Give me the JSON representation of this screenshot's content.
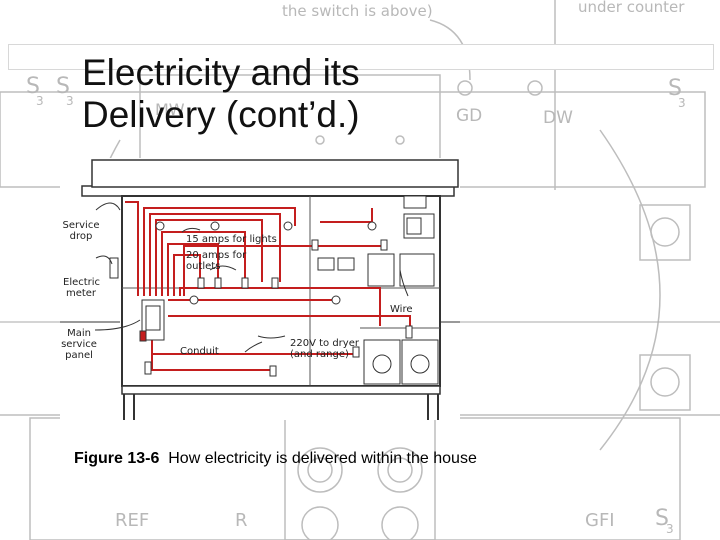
{
  "slide": {
    "title": "Electricity and its\nDelivery (cont’d.)",
    "caption_fig": "Figure 13-6",
    "caption_text": "How electricity is delivered within the house"
  },
  "background_plan": {
    "top_note": "the switch is above)",
    "top_right": "under counter",
    "labels": [
      "MW",
      "GD",
      "DW",
      "REF",
      "R",
      "GFI"
    ],
    "symbols": [
      "S",
      "3",
      "S",
      "3",
      "S",
      "3",
      "S",
      "3"
    ]
  },
  "diagram": {
    "labels": {
      "service_drop": "Service\ndrop",
      "lights": "15 amps for lights",
      "outlets": "20 amps for\noutlets",
      "meter": "Electric\nmeter",
      "wire": "Wire",
      "panel": "Main\nservice\npanel",
      "conduit": "Conduit",
      "dryer": "220V to dryer\n(and range)"
    }
  },
  "colors": {
    "wire": "#c41e1e",
    "plan": "#b8b8b8",
    "house": "#333333"
  }
}
